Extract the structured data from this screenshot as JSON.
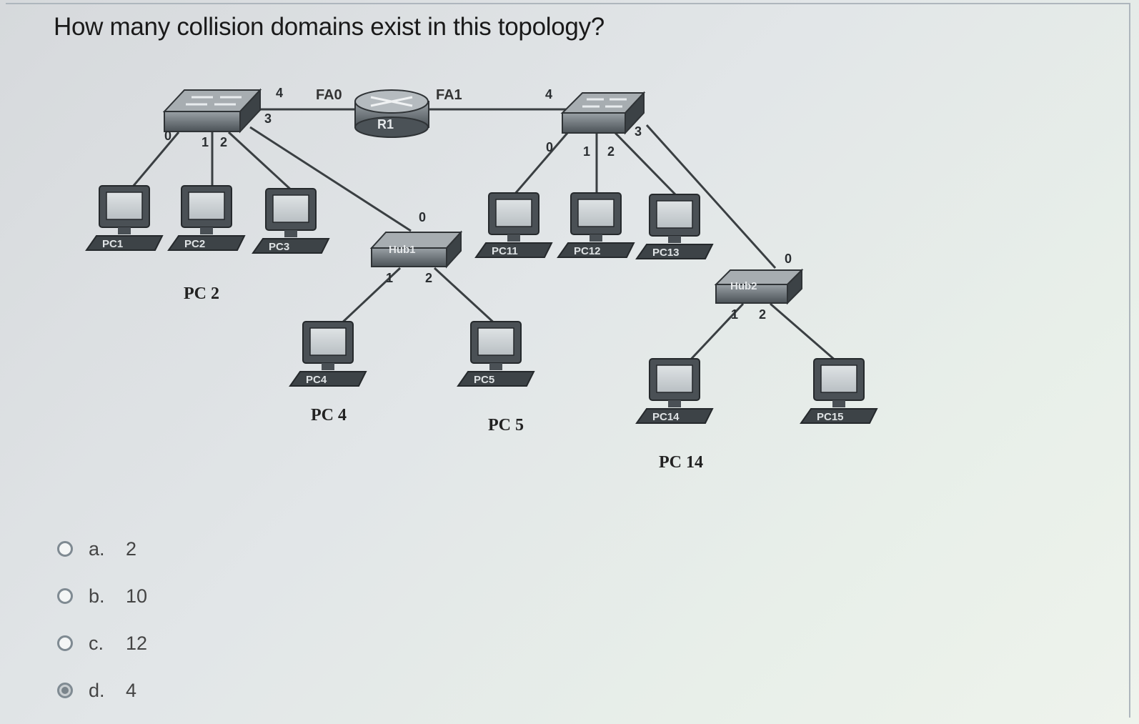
{
  "question": "How many collision domains exist in this topology?",
  "diagram": {
    "router": {
      "label": "R1",
      "left_port": "FA0",
      "right_port": "FA1"
    },
    "switches": [
      {
        "id": "sw1",
        "ports": [
          "0",
          "1",
          "2",
          "3",
          "4"
        ]
      },
      {
        "id": "sw2",
        "ports": [
          "0",
          "1",
          "2",
          "3",
          "4"
        ]
      }
    ],
    "hubs": [
      {
        "id": "hub1",
        "label": "Hub1",
        "ports": [
          "0",
          "1",
          "2"
        ]
      },
      {
        "id": "hub2",
        "label": "Hub2",
        "ports": [
          "0",
          "1",
          "2"
        ]
      }
    ],
    "pcs": [
      "PC1",
      "PC2",
      "PC3",
      "PC4",
      "PC5",
      "PC11",
      "PC12",
      "PC13",
      "PC14",
      "PC15"
    ],
    "annotations": [
      "PC 2",
      "PC 4",
      "PC 5",
      "PC 14"
    ]
  },
  "options": [
    {
      "letter": "a.",
      "value": "2",
      "selected": false
    },
    {
      "letter": "b.",
      "value": "10",
      "selected": false
    },
    {
      "letter": "c.",
      "value": "12",
      "selected": false
    },
    {
      "letter": "d.",
      "value": "4",
      "selected": true
    }
  ]
}
